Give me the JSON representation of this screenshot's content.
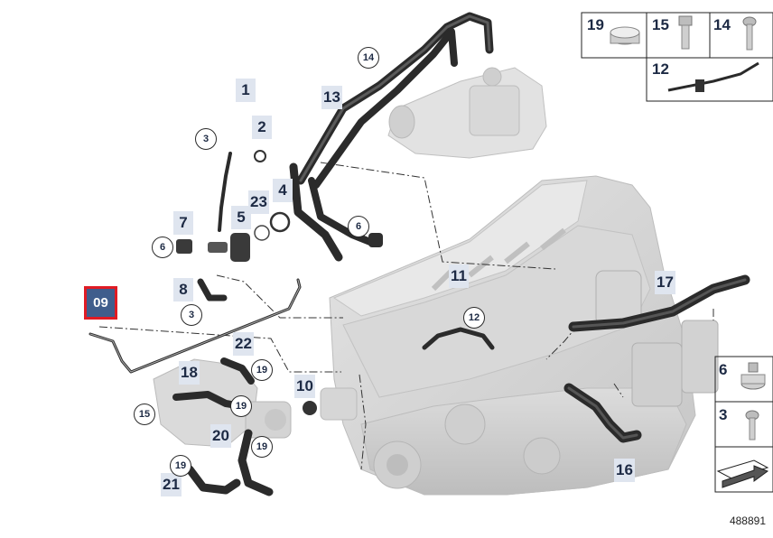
{
  "highlight_label": "09",
  "reference_number": "488891",
  "part_labels": [
    {
      "id": "1",
      "text": "1"
    },
    {
      "id": "2",
      "text": "2"
    },
    {
      "id": "4",
      "text": "4"
    },
    {
      "id": "5",
      "text": "5"
    },
    {
      "id": "7",
      "text": "7"
    },
    {
      "id": "8",
      "text": "8"
    },
    {
      "id": "10",
      "text": "10"
    },
    {
      "id": "11",
      "text": "11"
    },
    {
      "id": "13",
      "text": "13"
    },
    {
      "id": "16",
      "text": "16"
    },
    {
      "id": "17",
      "text": "17"
    },
    {
      "id": "18",
      "text": "18"
    },
    {
      "id": "20",
      "text": "20"
    },
    {
      "id": "21",
      "text": "21"
    },
    {
      "id": "22",
      "text": "22"
    },
    {
      "id": "23",
      "text": "23"
    }
  ],
  "circle_labels": [
    {
      "id": "c3a",
      "text": "3"
    },
    {
      "id": "c14",
      "text": "14"
    },
    {
      "id": "c6a",
      "text": "6"
    },
    {
      "id": "c6b",
      "text": "6"
    },
    {
      "id": "c3b",
      "text": "3"
    },
    {
      "id": "c12",
      "text": "12"
    },
    {
      "id": "c19a",
      "text": "19"
    },
    {
      "id": "c15",
      "text": "15"
    },
    {
      "id": "c19b",
      "text": "19"
    },
    {
      "id": "c19c",
      "text": "19"
    },
    {
      "id": "c19d",
      "text": "19"
    }
  ],
  "legend_top": [
    {
      "id": "19",
      "text": "19",
      "icon": "clamp-icon"
    },
    {
      "id": "15",
      "text": "15",
      "icon": "hex-bolt-icon"
    },
    {
      "id": "14",
      "text": "14",
      "icon": "socket-bolt-icon"
    },
    {
      "id": "12",
      "text": "12",
      "icon": "cable-tie-icon"
    }
  ],
  "legend_right": [
    {
      "id": "6",
      "text": "6",
      "icon": "hose-clamp-icon"
    },
    {
      "id": "3",
      "text": "3",
      "icon": "screw-icon"
    }
  ],
  "colors": {
    "hose": "#2b2b2b",
    "engine": "#d4d4d4",
    "label_bg": "#dfe5ef",
    "label_text": "#1d2a44",
    "highlight_border": "#e01b24",
    "highlight_fill": "#3f5d8c"
  }
}
